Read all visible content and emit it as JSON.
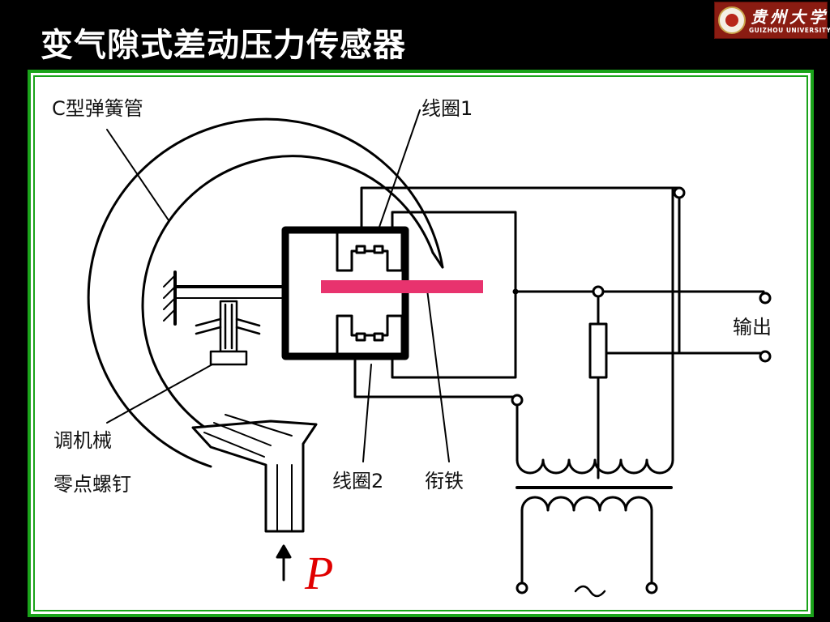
{
  "slide": {
    "title": "变气隙式差动压力传感器"
  },
  "logo": {
    "name_cn": "贵州大学",
    "name_en": "GUIZHOU UNIVERSITY"
  },
  "labels": {
    "c_spring_tube": "C型弹簧管",
    "coil_1": "线圈1",
    "output": "输出",
    "zero_screw_line1": "调机械",
    "zero_screw_line2": "零点螺钉",
    "coil_2": "线圈2",
    "armature": "衔铁",
    "pressure": "P"
  },
  "colors": {
    "background": "#000000",
    "title_text": "#ffffff",
    "panel_border": "#1aa31a",
    "armature_bar": "#e8336e",
    "pressure_label": "#e00000",
    "line": "#000000"
  }
}
